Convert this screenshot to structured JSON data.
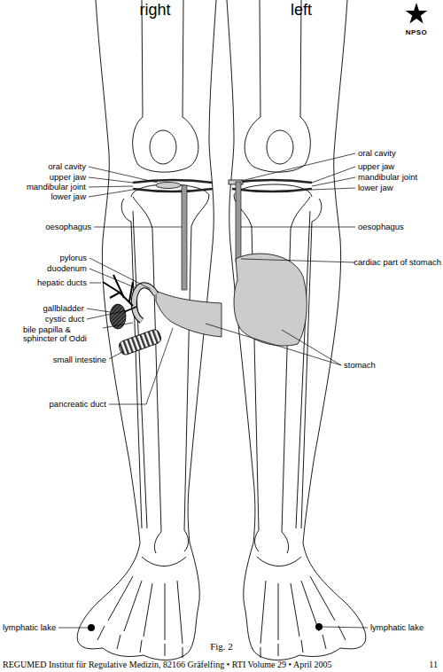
{
  "diagram": {
    "caption": "Fig. 2",
    "labels": [
      "right",
      "left",
      "NPSO",
      "oral cavity",
      "oral cavity",
      "upper jaw",
      "upper jaw",
      "mandibular joint",
      "mandibular joint",
      "lower jaw",
      "lower jaw",
      "oesophagus",
      "oesophagus",
      "cardiac part of stomach",
      "pylorus",
      "duodenum",
      "hepatic ducts",
      "gallbladder",
      "cystic duct",
      "bile papilla & sphincter of Oddi",
      "stomach",
      "small intestine",
      "pancreatic duct",
      "lymphatic lake",
      "lymphatic lake",
      "REGUMED Institut für Regulative Medizin, 82166 Gräfelfing • RTI Volume 29 • April 2005",
      "11"
    ]
  }
}
